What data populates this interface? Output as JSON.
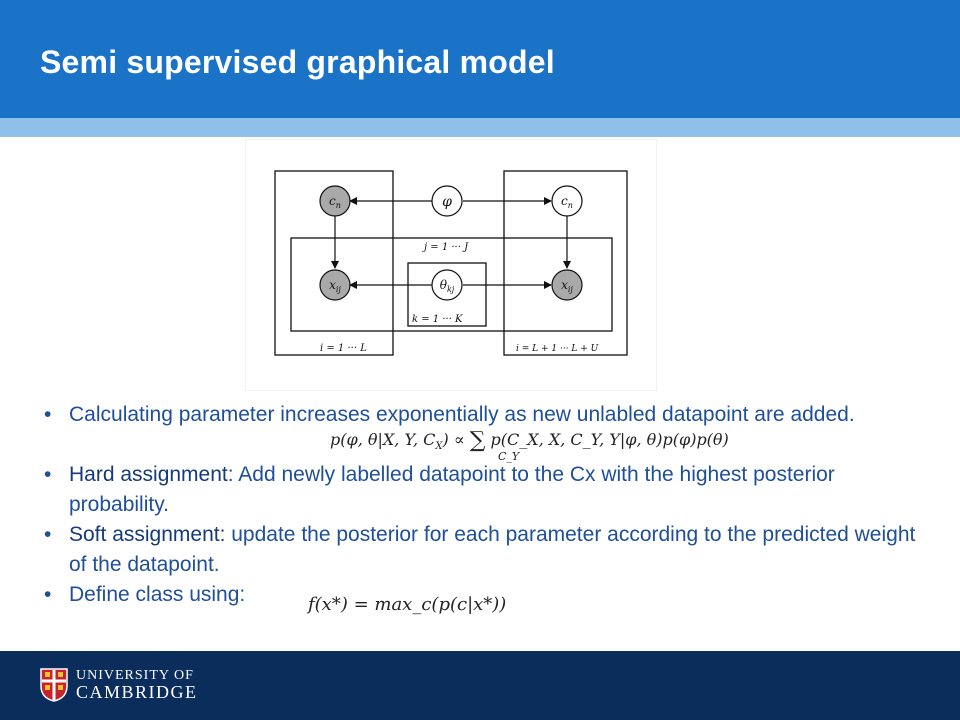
{
  "slide": {
    "title": "Semi supervised graphical model"
  },
  "diagram": {
    "nodes": {
      "c_left": "c",
      "c_left_sub": "n",
      "phi": "φ",
      "c_right": "c",
      "c_right_sub": "n",
      "x_left": "x",
      "x_left_sub": "ij",
      "theta": "θ",
      "theta_sub": "kj",
      "x_right": "x",
      "x_right_sub": "ij"
    },
    "plates": {
      "j": "j = 1 ··· J",
      "k": "k = 1 ··· K",
      "i_left": "i = 1 ··· L",
      "i_right": "i = L + 1 ··· L + U"
    }
  },
  "bullets": [
    {
      "strong": "",
      "text": "Calculating parameter increases exponentially as new unlabled datapoint are added."
    },
    {
      "strong": "Hard assignment",
      "text": ": Add newly labelled datapoint to the Cx with the highest posterior probability."
    },
    {
      "strong": "Soft assignment:",
      "text": " update the posterior for each parameter according to the predicted weight of the datapoint."
    },
    {
      "strong": "",
      "text": "Define class using:"
    }
  ],
  "equations": {
    "posterior_lhs": "p(φ, θ|X, Y, C",
    "posterior_lhs_sub": "X",
    "posterior_mid": ") ∝ ",
    "sum": "∑",
    "sum_sub": "C_Y",
    "posterior_rhs": " p(C_X, X, C_Y, Y|φ, θ)p(φ)p(θ)",
    "classifier": "f(x*) = max_c(p(c|x*))"
  },
  "footer": {
    "line1": "UNIVERSITY OF",
    "line2": "CAMBRIDGE"
  },
  "colors": {
    "header": "#1a73c7",
    "header_stripe": "#8ec0ea",
    "footer": "#0b2d5b",
    "bullet_text": "#1e4f98",
    "crest": "#c8232c"
  }
}
